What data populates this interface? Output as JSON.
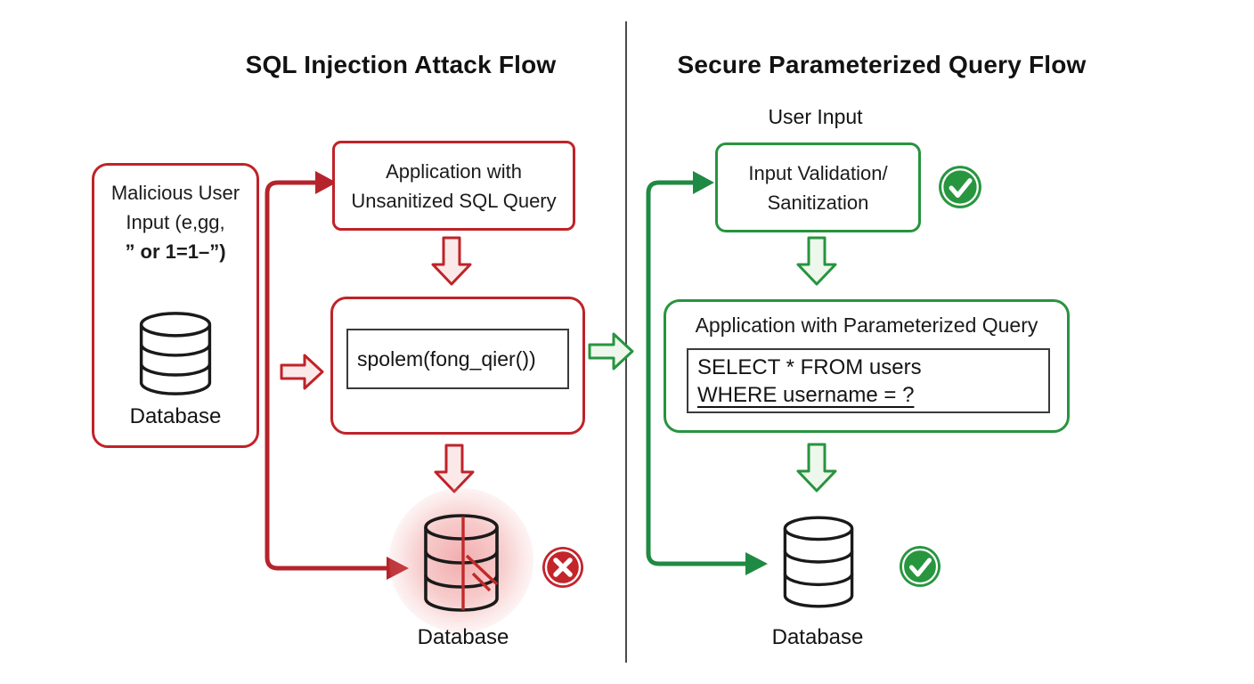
{
  "left": {
    "title": "SQL Injection Attack Flow",
    "malicious_box": {
      "line1": "Malicious User",
      "line2": "Input (e,gg,",
      "line3": "” or 1=1–”)",
      "db_label": "Database"
    },
    "app_box": {
      "line1": "Application with",
      "line2": "Unsanitized SQL Query"
    },
    "query_box": {
      "code": "spolem(fong_qier())"
    },
    "bottom_db_label": "Database",
    "status_icon": "error-x-badge"
  },
  "right": {
    "title": "Secure Parameterized Query Flow",
    "user_input_label": "User Input",
    "validation_box": {
      "line1": "Input Validation/",
      "line2": "Sanitization"
    },
    "param_box": {
      "title": "Application with Parameterized Query",
      "code_line1": "SELECT * FROM users",
      "code_line2": "WHERE username = ?"
    },
    "bottom_db_label": "Database",
    "status_icon": "success-check-badge"
  },
  "colors": {
    "red": "#bf2329",
    "red_arrow_fill": "#fbe9e9",
    "green": "#27943f",
    "green_arrow_fill": "#eef7ec",
    "badge_red": "#c3252b",
    "badge_green": "#27963f",
    "ink": "#171717"
  }
}
